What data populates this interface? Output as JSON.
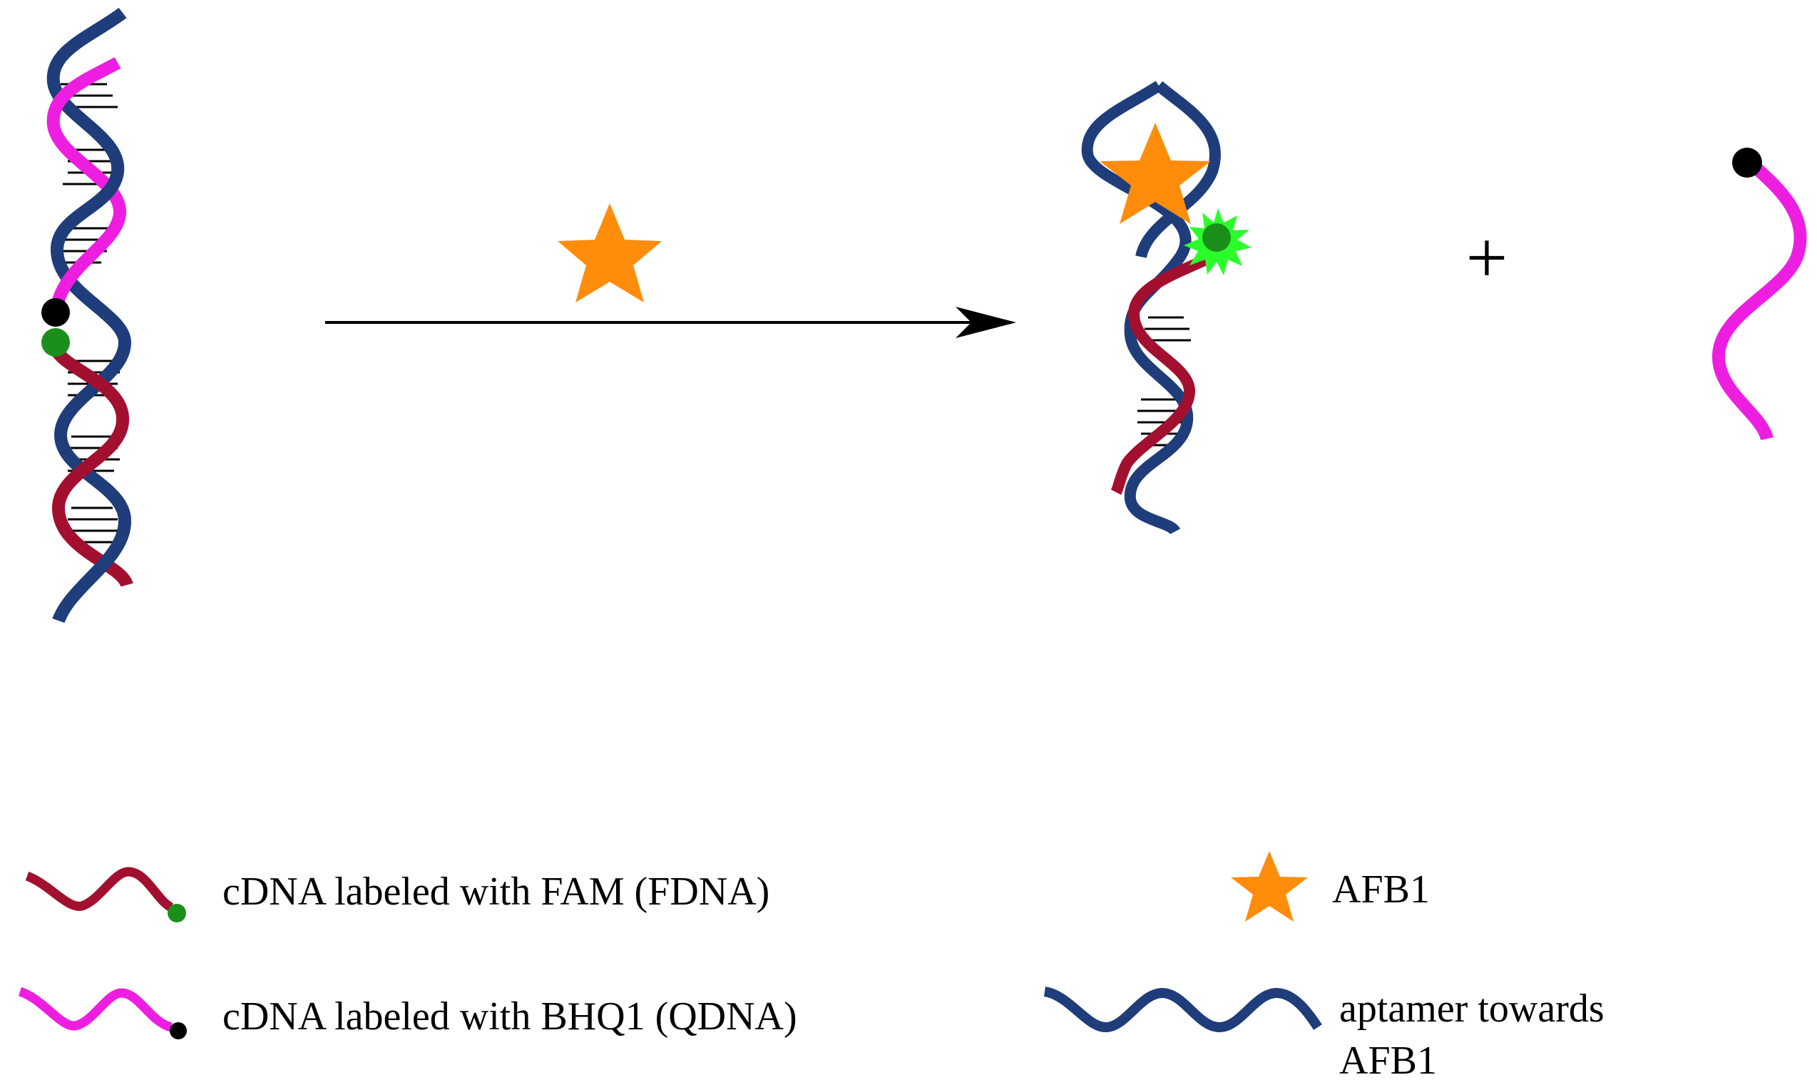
{
  "legend": {
    "fdna_label": "cDNA labeled with FAM (FDNA)",
    "qdna_label": "cDNA labeled with BHQ1 (QDNA)",
    "afb1_label": "AFB1",
    "aptamer_label_line1": "aptamer towards",
    "aptamer_label_line2": "AFB1"
  },
  "plus_sign": "+",
  "colors": {
    "aptamer": "#1f3d7a",
    "fdna": "#a3102f",
    "qdna": "#ee1ee0",
    "fam_dot": "#1a8f1a",
    "bhq1_dot": "#000000",
    "afb1_star": "#ff8c0a",
    "fluorescence_burst": "#2bff2b",
    "arrow": "#000000"
  },
  "icons": [
    "afb1-star-icon",
    "fam-dye-icon",
    "bhq1-quencher-icon",
    "fluorescence-burst-icon",
    "reaction-arrow-icon"
  ]
}
